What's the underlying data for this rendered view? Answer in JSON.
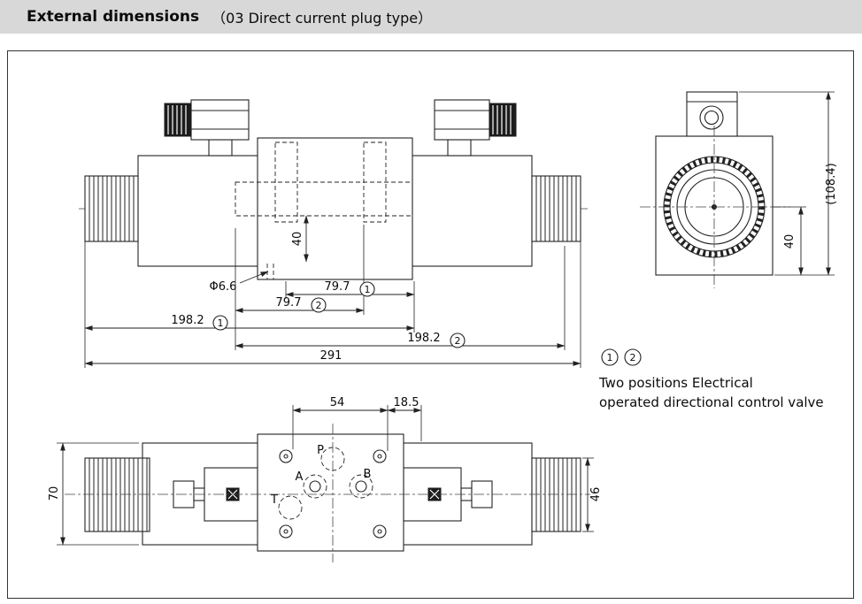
{
  "header": {
    "title": "External dimensions",
    "subtitle": "（03 Direct current plug type）"
  },
  "marks": {
    "one": "1",
    "two": "2"
  },
  "legend": {
    "line1": "Two positions Electrical",
    "line2": "operated directional control valve"
  },
  "side_view": {
    "phi": "Φ6.6",
    "dim_40": "40",
    "dim_79_7_first": "79.7",
    "dim_79_7_second": "79.7",
    "dim_198_2_first": "198.2",
    "dim_198_2_second": "198.2",
    "dim_291": "291"
  },
  "end_view": {
    "dim_height_total": "(108.4)",
    "dim_40": "40"
  },
  "top_view": {
    "dim_54": "54",
    "dim_18_5": "18.5",
    "dim_70": "70",
    "dim_46": "46",
    "ports": {
      "p": "P",
      "a": "A",
      "b": "B",
      "t": "T"
    }
  }
}
